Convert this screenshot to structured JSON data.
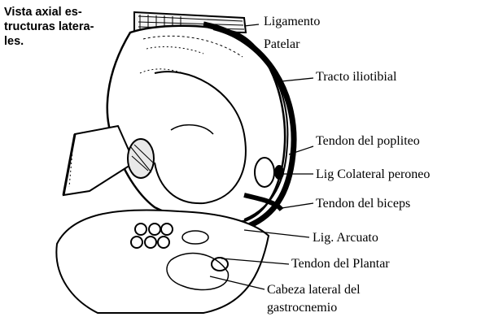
{
  "title": "Vista axial es-\ntructuras latera-\nles.",
  "labels": {
    "ligamento_patelar_1": "Ligamento",
    "ligamento_patelar_2": "Patelar",
    "tracto_iliotibial": "Tracto iliotibial",
    "tendon_popliteo": "Tendon del popliteo",
    "lig_colateral_peroneo": "Lig Colateral peroneo",
    "tendon_biceps": "Tendon del biceps",
    "lig_arcuato": "Lig. Arcuato",
    "tendon_plantar": "Tendon del Plantar",
    "cabeza_lateral_1": "Cabeza lateral del",
    "cabeza_lateral_2": "gastrocnemio"
  },
  "colors": {
    "ink": "#000000",
    "paper": "#ffffff"
  }
}
